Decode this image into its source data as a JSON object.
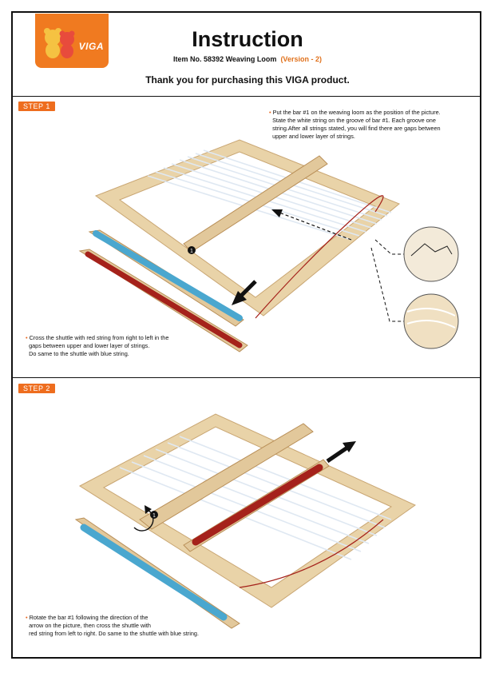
{
  "brand": {
    "logo_text": "VIGA",
    "color": "#f07a20"
  },
  "header": {
    "title": "Instruction",
    "item_line": "Item No. 58392  Weaving Loom",
    "version": "(Version - 2)",
    "thanks": "Thank you for purchasing this VIGA product."
  },
  "step1": {
    "label": "STEP 1",
    "note_top": [
      "Put the bar #1 on the weaving loom as the position of the picture.",
      "State the white string on the groove of bar #1. Each groove one",
      "string.After all strings stated, you will find there are gaps between",
      "upper and lower layer of strings."
    ],
    "note_bottom": [
      "Cross the shuttle with red string from right to left in the",
      "gaps between upper and lower layer of strings.",
      "Do same to the shuttle with blue string."
    ],
    "bar_marker": "1"
  },
  "step2": {
    "label": "STEP 2",
    "note": [
      "Rotate the bar #1 following the direction of the",
      "arrow on the picture, then cross the shuttle with",
      "red string from left to right. Do same to the shuttle with blue string."
    ],
    "bar_marker": "1"
  },
  "colors": {
    "accent": "#ee6d1e",
    "wood": "#e2c89b",
    "wood_dark": "#c9a673",
    "blue_yarn": "#4aa7cf",
    "red_yarn": "#a5221b"
  }
}
